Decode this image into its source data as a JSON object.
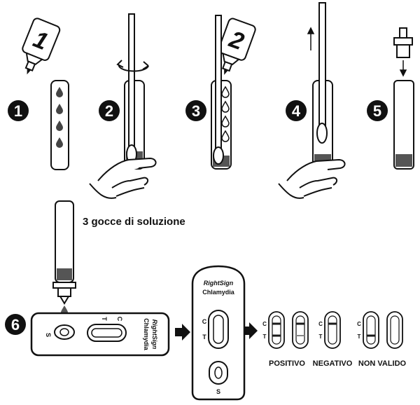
{
  "steps": [
    "1",
    "2",
    "3",
    "4",
    "5",
    "6"
  ],
  "bottles": {
    "first": "1",
    "second": "2"
  },
  "instruction": "3 gocce di soluzione",
  "cassette": {
    "brand": "RightSign",
    "product": "Chlamydia",
    "control_mark": "C",
    "test_mark": "T",
    "sample_mark": "S"
  },
  "results": {
    "positive": "POSITIVO",
    "negative": "NEGATIVO",
    "invalid": "NON VALIDO"
  },
  "colors": {
    "ink": "#111111",
    "liquid": "#555555",
    "line": "#1a1a1a"
  }
}
